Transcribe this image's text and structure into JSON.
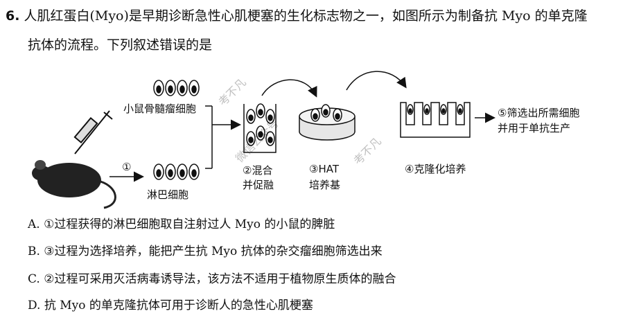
{
  "question": {
    "number": "6.",
    "line1": "人肌红蛋白(Myo)是早期诊断急性心肌梗塞的生化标志物之一，如图所示为制备抗 Myo 的单克隆",
    "line2": "抗体的流程。下列叙述错误的是"
  },
  "diagram": {
    "myeloma_label": "小鼠骨髓瘤细胞",
    "lymph_label": "淋巴细胞",
    "step1_label": "①",
    "step2_line1": "②混合",
    "step2_line2": "并促融",
    "step3_line1": "③HAT",
    "step3_line2": "培养基",
    "step4_label": "④克隆化培养",
    "step5_line1": "⑤筛选出所需细胞",
    "step5_line2": "并用于单抗生产"
  },
  "options": {
    "A": "A. ①过程获得的淋巴细胞取自注射过人 Myo 的小鼠的脾脏",
    "B": "B. ③过程为选择培养，能把产生抗 Myo 抗体的杂交瘤细胞筛选出来",
    "C": "C. ②过程可采用灭活病毒诱导法，该方法不适用于植物原生质体的融合",
    "D": "D. 抗 Myo 的单克隆抗体可用于诊断人的急性心肌梗塞"
  },
  "watermark": {
    "w1": "考不凡",
    "w2": "微信公众号",
    "w3": "考不凡"
  }
}
